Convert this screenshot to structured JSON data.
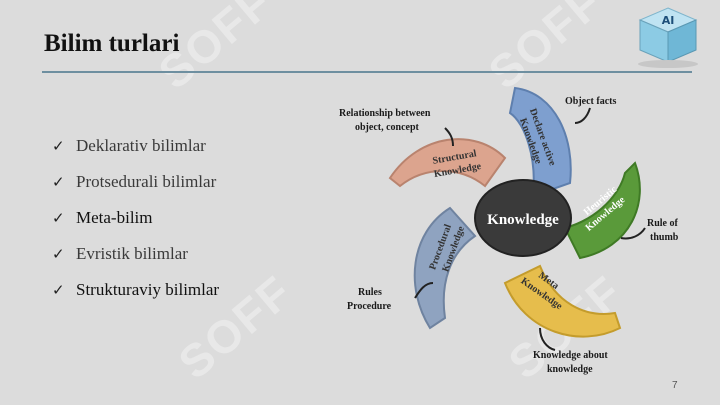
{
  "slide": {
    "title": "Bilim turlari",
    "page_number": "7",
    "bullets": [
      "Deklarativ bilimlar",
      "Protsedurali bilimlar",
      "Meta-bilim",
      "Evristik bilimlar",
      "Strukturaviy bilimlar"
    ]
  },
  "logo": {
    "text": "AI"
  },
  "watermark": {
    "text": "SOFF"
  },
  "diagram": {
    "center_label": "Knowledge",
    "petals": [
      {
        "line1": "Declare active",
        "line2": "Knowledge",
        "color": "#7e9fcf",
        "callout": "Object facts"
      },
      {
        "line1": "Heuristic",
        "line2": "Knowledge",
        "color": "#5a9a3a",
        "callout_line1": "Rule of",
        "callout_line2": "thumb"
      },
      {
        "line1": "Meta",
        "line2": "Knowledge",
        "color": "#e6bd4c",
        "callout_line1": "Knowledge about",
        "callout_line2": "knowledge"
      },
      {
        "line1": "Procedural",
        "line2": "Knowledge",
        "color": "#8fa3c0",
        "callout_line1": "Rules",
        "callout_line2": "Procedure"
      },
      {
        "line1": "Structural",
        "line2": "Knowledge",
        "color": "#dca48e",
        "callout_line1": "Relationship between",
        "callout_line2": "object, concept"
      }
    ]
  },
  "colors": {
    "rule": "#6e8fa0",
    "background": "#dcdcdc",
    "center": "#3a3a3a"
  }
}
